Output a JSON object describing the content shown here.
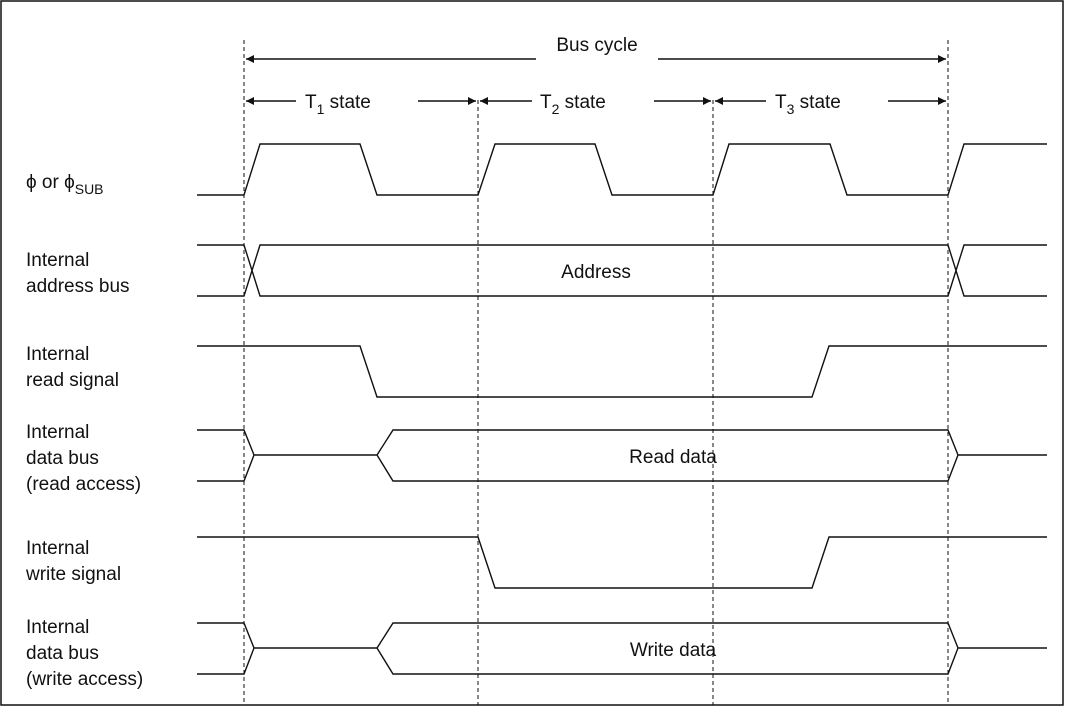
{
  "header": {
    "bus_cycle": "Bus cycle",
    "t1": {
      "prefix": "T",
      "sub": "1",
      "suffix": " state"
    },
    "t2": {
      "prefix": "T",
      "sub": "2",
      "suffix": " state"
    },
    "t3": {
      "prefix": "T",
      "sub": "3",
      "suffix": " state"
    }
  },
  "signals": {
    "clock": {
      "main": "ϕ or ϕ",
      "sub": "SUB"
    },
    "address_bus": {
      "line1": "Internal",
      "line2": "address bus",
      "value": "Address"
    },
    "read_signal": {
      "line1": "Internal",
      "line2": "read signal"
    },
    "read_data_bus": {
      "line1": "Internal",
      "line2": "data bus",
      "line3": "(read access)",
      "value": "Read data"
    },
    "write_signal": {
      "line1": "Internal",
      "line2": "write signal"
    },
    "write_data_bus": {
      "line1": "Internal",
      "line2": "data bus",
      "line3": "(write access)",
      "value": "Write data"
    }
  }
}
